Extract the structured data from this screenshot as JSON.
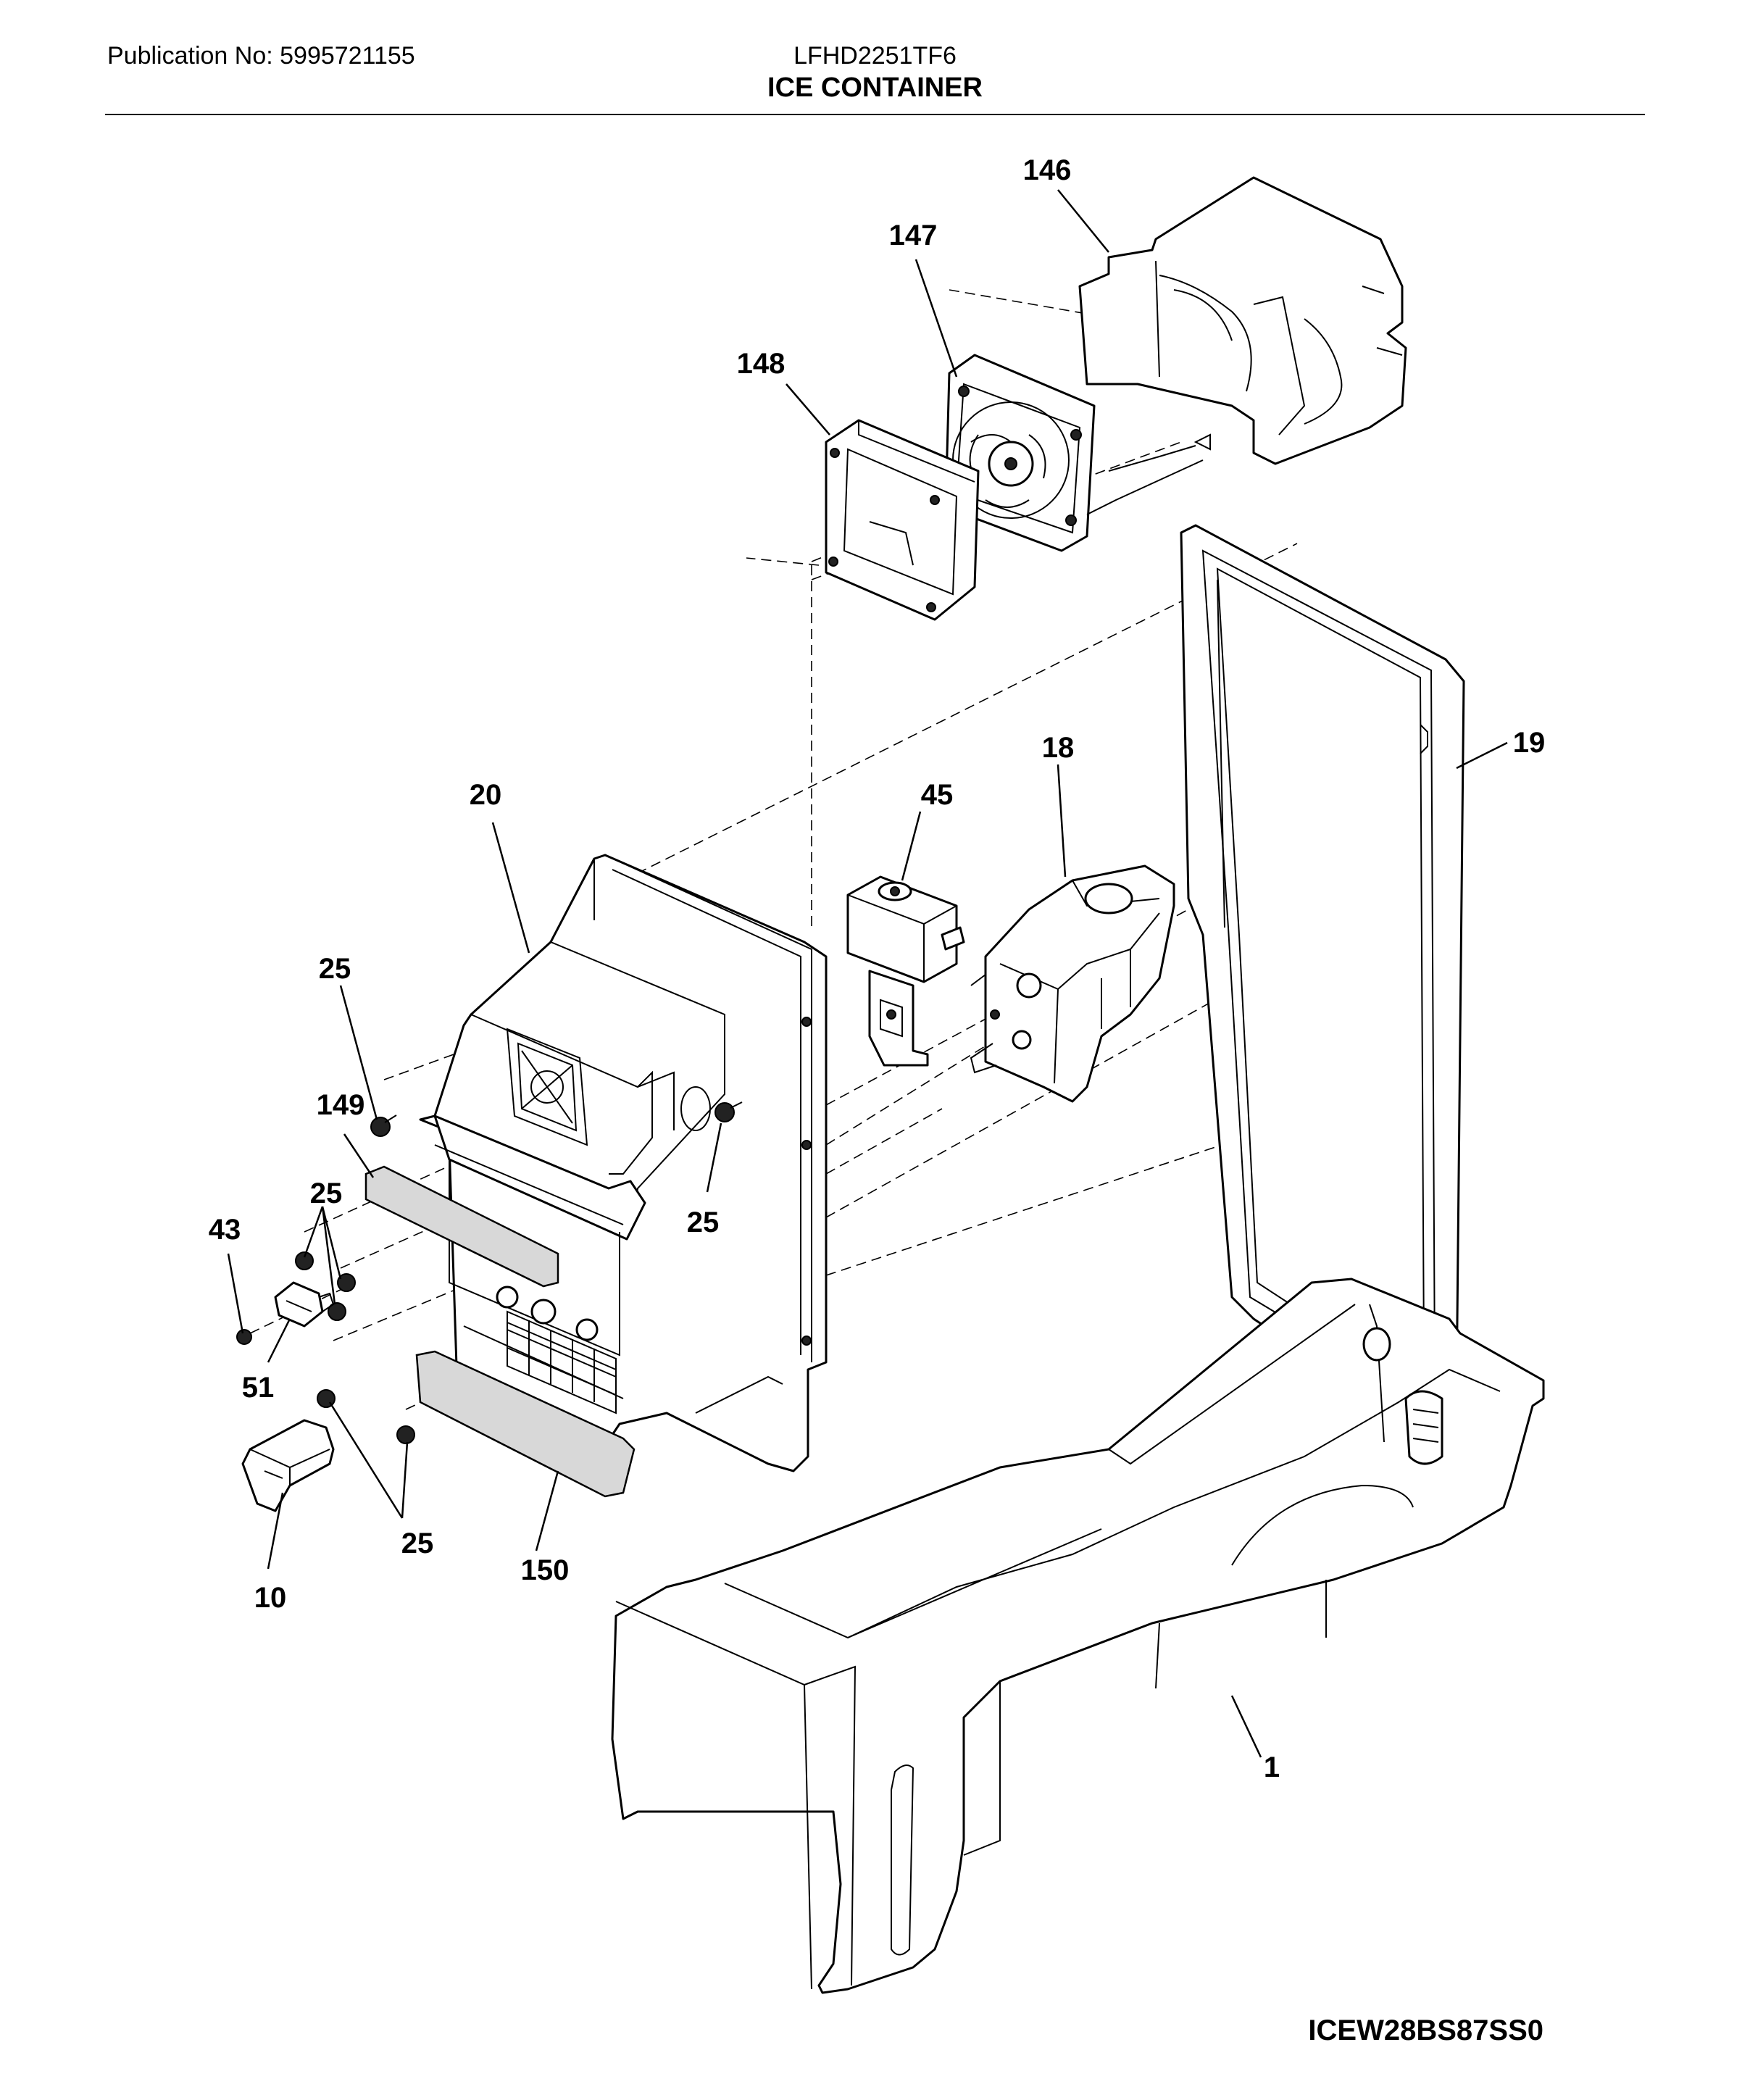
{
  "header": {
    "publication": "Publication No: 5995721155",
    "model": "LFHD2251TF6",
    "section_title": "ICE CONTAINER"
  },
  "diagram_code": "ICEW28BS87SS0",
  "callouts": {
    "c146": "146",
    "c147": "147",
    "c148": "148",
    "c19": "19",
    "c18": "18",
    "c45": "45",
    "c20": "20",
    "c25a": "25",
    "c25b": "25",
    "c25c": "25",
    "c25d": "25",
    "c149": "149",
    "c43": "43",
    "c51": "51",
    "c10": "10",
    "c150": "150",
    "c1": "1"
  }
}
